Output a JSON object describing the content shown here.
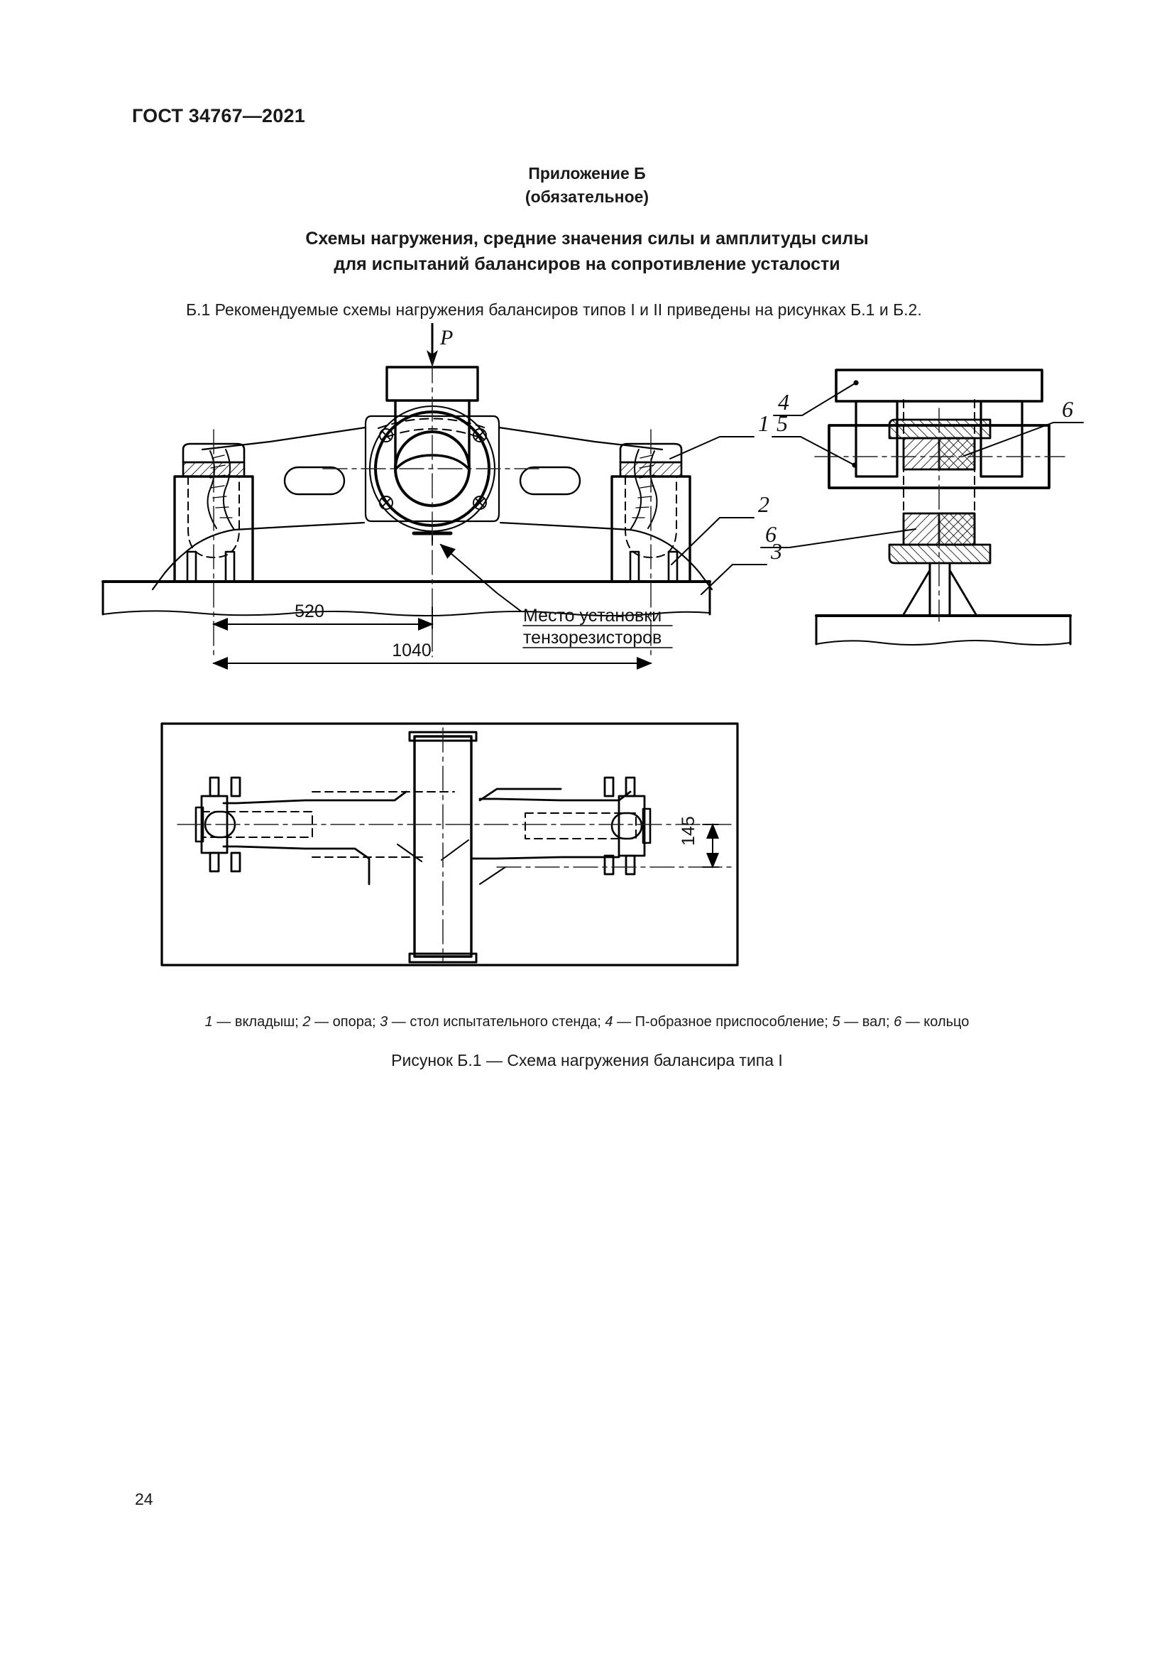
{
  "document": {
    "standard_header": "ГОСТ 34767—2021",
    "page_number": "24"
  },
  "annex": {
    "title": "Приложение Б",
    "subtitle": "(обязательное)"
  },
  "heading": {
    "line1": "Схемы нагружения, средние значения силы и амплитуды силы",
    "line2": "для испытаний балансиров на сопротивление усталости"
  },
  "body": {
    "paragraph_1": "Б.1 Рекомендуемые схемы нагружения балансиров типов I и II приведены на рисунках Б.1 и Б.2."
  },
  "figure": {
    "load_label": "P",
    "dimensions": {
      "inner_span": "520",
      "outer_span": "1040",
      "plan_offset": "145"
    },
    "annotation": {
      "line1": "Место установки",
      "line2": "тензорезисторов"
    },
    "callouts": {
      "c1": "1",
      "c2": "2",
      "c3": "3",
      "c4": "4",
      "c5": "5",
      "c6a": "6",
      "c6b": "6"
    },
    "legend": "1 — вкладыш; 2 — опора; 3 — стол испытательного стенда; 4 — П-образное приспособление; 5 — вал; 6 — кольцо",
    "legend_items": [
      {
        "num": "1",
        "dash": "—",
        "text": "вкладыш;"
      },
      {
        "num": "2",
        "dash": "—",
        "text": "опора;"
      },
      {
        "num": "3",
        "dash": "—",
        "text": "стол испытательного стенда;"
      },
      {
        "num": "4",
        "dash": "—",
        "text": "П-образное приспособление;"
      },
      {
        "num": "5",
        "dash": "—",
        "text": "вал;"
      },
      {
        "num": "6",
        "dash": "—",
        "text": "кольцо"
      }
    ],
    "caption": "Рисунок Б.1 — Схема нагружения балансира типа I"
  },
  "colors": {
    "ink": "#1a1a1a",
    "line": "#000000",
    "paper": "#ffffff"
  }
}
